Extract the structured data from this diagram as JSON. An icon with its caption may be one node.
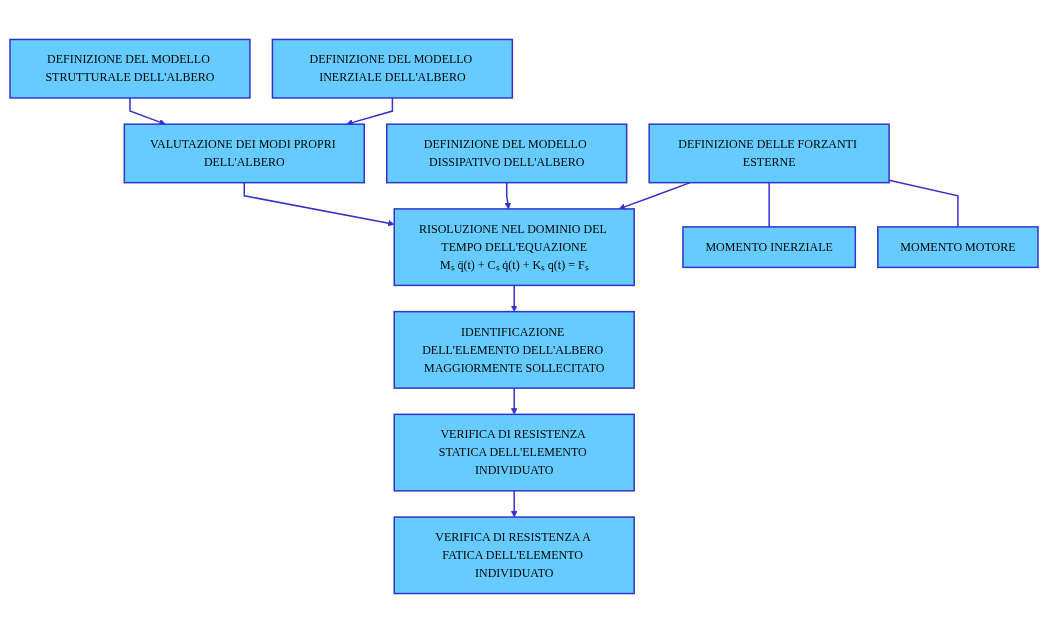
{
  "diagram": {
    "nodes": [
      {
        "text": [
          "DEFINIZIONE DEL MODELLO STRUTTURALE DELL'ALBERO"
        ]
      },
      {
        "text": [
          "DEFINIZIONE DEL MODELLO INERZIALE DELL'ALBERO"
        ]
      },
      {
        "text": [
          "VALUTAZIONE DEI MODI PROPRI DELL'ALBERO"
        ]
      },
      {
        "text": [
          "RISOLUZIONE NEL DOMINIO DEL TEMPO DELL'EQUAZIONE",
          "Mₛ q̈(t) + Cₛ q̇(t) + Kₛ q(t) = Fₛ"
        ]
      },
      {
        "text": [
          "DEFINIZIONE DEL MODELLO DISSIPATIVO DELL'ALBERO"
        ]
      },
      {
        "text": [
          "DEFINIZIONE DELLE FORZANTI ESTERNE"
        ]
      },
      {
        "text": [
          "MOMENTO INERZIALE"
        ]
      },
      {
        "text": [
          "MOMENTO MOTORE"
        ]
      },
      {
        "text": [
          "IDENTIFICAZIONE DELL'ELEMENTO DELL'ALBERO MAGGIORMENTE SOLLECITATO"
        ]
      },
      {
        "text": [
          "VERIFICA DI RESISTENZA STATICA DELL'ELEMENTO INDIVIDUATO"
        ]
      },
      {
        "text": [
          "VERIFICA DI RESISTENZA A FATICA DELL'ELEMENTO INDIVIDUATO"
        ]
      }
    ],
    "edges": [
      {
        "from": 0,
        "to": 2,
        "arrow": "to"
      },
      {
        "from": 1,
        "to": 2,
        "arrow": "to"
      },
      {
        "from": 2,
        "to": 3,
        "arrow": "to"
      },
      {
        "from": 4,
        "to": 3,
        "arrow": "to"
      },
      {
        "from": 5,
        "to": 3,
        "arrow": "to"
      },
      {
        "from": 5,
        "to": 6,
        "arrow": "none"
      },
      {
        "from": 5,
        "to": 7,
        "arrow": "none"
      },
      {
        "from": 3,
        "to": 8,
        "arrow": "to"
      },
      {
        "from": 8,
        "to": 9,
        "arrow": "to"
      },
      {
        "from": 9,
        "to": 10,
        "arrow": "to"
      }
    ]
  }
}
